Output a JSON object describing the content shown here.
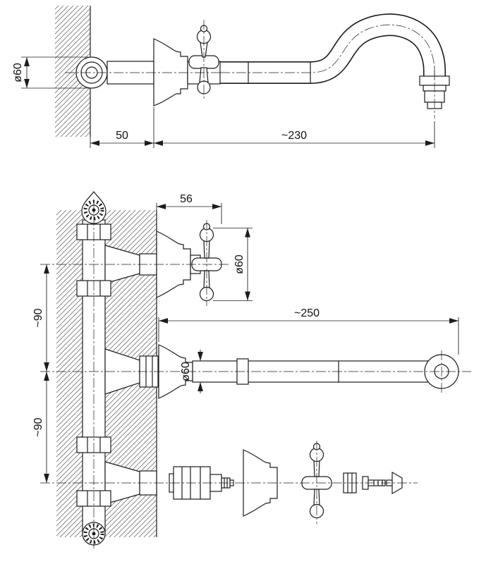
{
  "drawing": {
    "side_view": {
      "inlet_diameter": "ø60",
      "wall_to_flange": "50",
      "spout_reach": "~230"
    },
    "front_view": {
      "handle_depth": "56",
      "handle_diameter": "ø60",
      "escutcheon_diameter": "ø60",
      "spout_reach": "~250",
      "spacing_upper": "~90",
      "spacing_lower": "~90"
    }
  },
  "colors": {
    "line": "#1c1c1c",
    "background": "#ffffff"
  }
}
